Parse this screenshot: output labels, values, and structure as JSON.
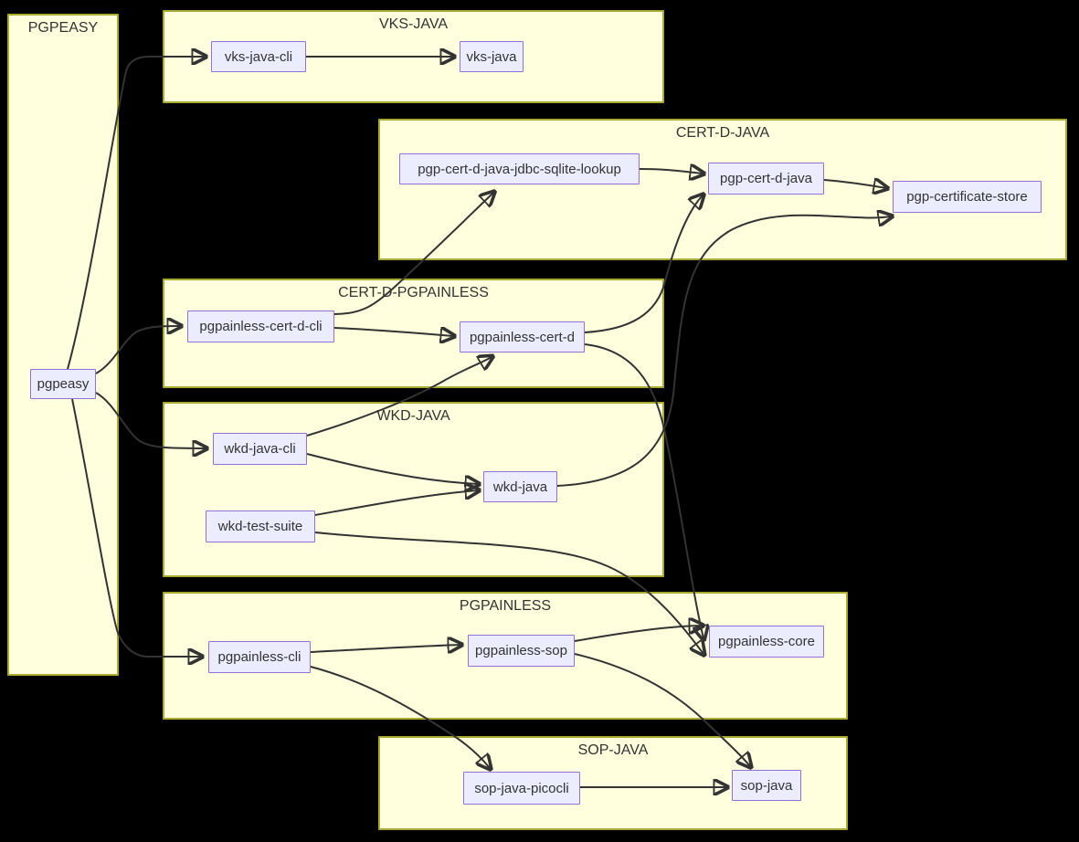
{
  "colors": {
    "background": "#000000",
    "group_fill": "#ffffde",
    "group_border": "#aaaa33",
    "node_fill": "#ececff",
    "node_border": "#9370db",
    "edge": "#333333",
    "text": "#333333"
  },
  "diagram": {
    "type": "flowchart",
    "groups": [
      {
        "id": "pgpeasy-group",
        "title": "PGPEASY"
      },
      {
        "id": "vks-java-group",
        "title": "VKS-JAVA"
      },
      {
        "id": "cert-d-java-group",
        "title": "CERT-D-JAVA"
      },
      {
        "id": "cert-d-pgpainless-group",
        "title": "CERT-D-PGPAINLESS"
      },
      {
        "id": "wkd-java-group",
        "title": "WKD-JAVA"
      },
      {
        "id": "pgpainless-group",
        "title": "PGPAINLESS"
      },
      {
        "id": "sop-java-group",
        "title": "SOP-JAVA"
      }
    ],
    "nodes": [
      {
        "id": "pgpeasy",
        "label": "pgpeasy",
        "group": "PGPEASY"
      },
      {
        "id": "vks-java-cli",
        "label": "vks-java-cli",
        "group": "VKS-JAVA"
      },
      {
        "id": "vks-java",
        "label": "vks-java",
        "group": "VKS-JAVA"
      },
      {
        "id": "pgp-cert-d-java-jdbc-sqlite-lookup",
        "label": "pgp-cert-d-java-jdbc-sqlite-lookup",
        "group": "CERT-D-JAVA"
      },
      {
        "id": "pgp-cert-d-java",
        "label": "pgp-cert-d-java",
        "group": "CERT-D-JAVA"
      },
      {
        "id": "pgp-certificate-store",
        "label": "pgp-certificate-store",
        "group": "CERT-D-JAVA"
      },
      {
        "id": "pgpainless-cert-d-cli",
        "label": "pgpainless-cert-d-cli",
        "group": "CERT-D-PGPAINLESS"
      },
      {
        "id": "pgpainless-cert-d",
        "label": "pgpainless-cert-d",
        "group": "CERT-D-PGPAINLESS"
      },
      {
        "id": "wkd-java-cli",
        "label": "wkd-java-cli",
        "group": "WKD-JAVA"
      },
      {
        "id": "wkd-java",
        "label": "wkd-java",
        "group": "WKD-JAVA"
      },
      {
        "id": "wkd-test-suite",
        "label": "wkd-test-suite",
        "group": "WKD-JAVA"
      },
      {
        "id": "pgpainless-cli",
        "label": "pgpainless-cli",
        "group": "PGPAINLESS"
      },
      {
        "id": "pgpainless-sop",
        "label": "pgpainless-sop",
        "group": "PGPAINLESS"
      },
      {
        "id": "pgpainless-core",
        "label": "pgpainless-core",
        "group": "PGPAINLESS"
      },
      {
        "id": "sop-java-picocli",
        "label": "sop-java-picocli",
        "group": "SOP-JAVA"
      },
      {
        "id": "sop-java",
        "label": "sop-java",
        "group": "SOP-JAVA"
      }
    ],
    "edges": [
      {
        "from": "pgpeasy",
        "to": "vks-java-cli"
      },
      {
        "from": "pgpeasy",
        "to": "pgpainless-cert-d-cli"
      },
      {
        "from": "pgpeasy",
        "to": "wkd-java-cli"
      },
      {
        "from": "pgpeasy",
        "to": "pgpainless-cli"
      },
      {
        "from": "vks-java-cli",
        "to": "vks-java"
      },
      {
        "from": "pgp-cert-d-java-jdbc-sqlite-lookup",
        "to": "pgp-cert-d-java"
      },
      {
        "from": "pgp-cert-d-java",
        "to": "pgp-certificate-store"
      },
      {
        "from": "pgpainless-cert-d-cli",
        "to": "pgp-cert-d-java-jdbc-sqlite-lookup"
      },
      {
        "from": "pgpainless-cert-d-cli",
        "to": "pgpainless-cert-d"
      },
      {
        "from": "pgpainless-cert-d",
        "to": "pgp-cert-d-java"
      },
      {
        "from": "pgpainless-cert-d",
        "to": "pgpainless-core"
      },
      {
        "from": "wkd-java-cli",
        "to": "pgpainless-cert-d"
      },
      {
        "from": "wkd-java-cli",
        "to": "wkd-java"
      },
      {
        "from": "wkd-test-suite",
        "to": "wkd-java"
      },
      {
        "from": "wkd-test-suite",
        "to": "pgpainless-core"
      },
      {
        "from": "wkd-java",
        "to": "pgp-certificate-store"
      },
      {
        "from": "pgpainless-cli",
        "to": "pgpainless-sop"
      },
      {
        "from": "pgpainless-cli",
        "to": "sop-java-picocli"
      },
      {
        "from": "pgpainless-sop",
        "to": "pgpainless-core"
      },
      {
        "from": "pgpainless-sop",
        "to": "sop-java"
      },
      {
        "from": "sop-java-picocli",
        "to": "sop-java"
      }
    ]
  }
}
